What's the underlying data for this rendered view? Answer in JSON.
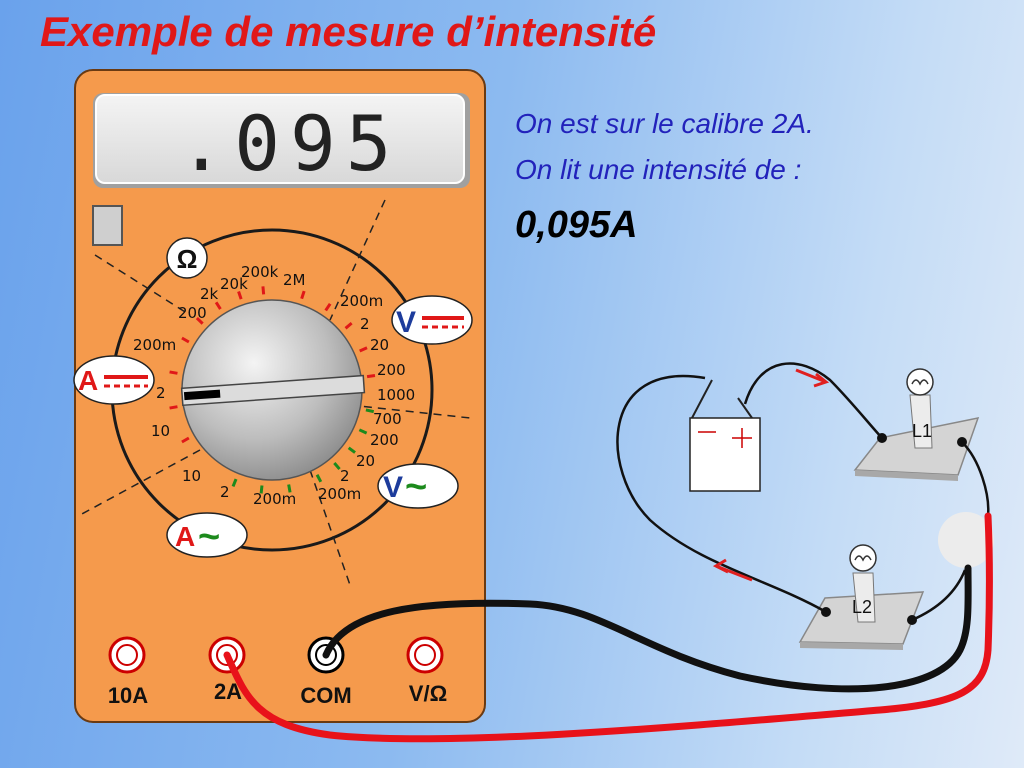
{
  "title": "Exemple de mesure d’intensité",
  "info": {
    "line1": "On est sur le calibre 2A.",
    "line2": "On lit une intensité de :",
    "result": "0,095A"
  },
  "multimeter": {
    "display": ".095",
    "symbols": {
      "ohm": "Ω",
      "volt_dc": "V",
      "volt_ac": "V",
      "amp_dc": "A",
      "amp_ac": "A",
      "ac_wave": "~"
    },
    "ranges": {
      "ohm": [
        "200",
        "2k",
        "20k",
        "200k",
        "2M"
      ],
      "volt_dc": [
        "200m",
        "2",
        "20",
        "200",
        "1000"
      ],
      "volt_ac": [
        "700",
        "200",
        "20",
        "2",
        "200m"
      ],
      "amp_ac": [
        "200m",
        "2",
        "10"
      ],
      "amp_dc": [
        "10",
        "2",
        "200m"
      ]
    },
    "terminals": [
      "10A",
      "2A",
      "COM",
      "V/Ω"
    ]
  },
  "circuit": {
    "lamp1_label": "L1",
    "lamp2_label": "L2",
    "battery_minus": "−",
    "battery_plus": "+"
  },
  "colors": {
    "title": "#e01818",
    "info_text": "#2222bb",
    "meter_body": "#f59a4c",
    "wire_red": "#e8121a",
    "wire_black": "#111111",
    "arrow": "#e02020"
  }
}
